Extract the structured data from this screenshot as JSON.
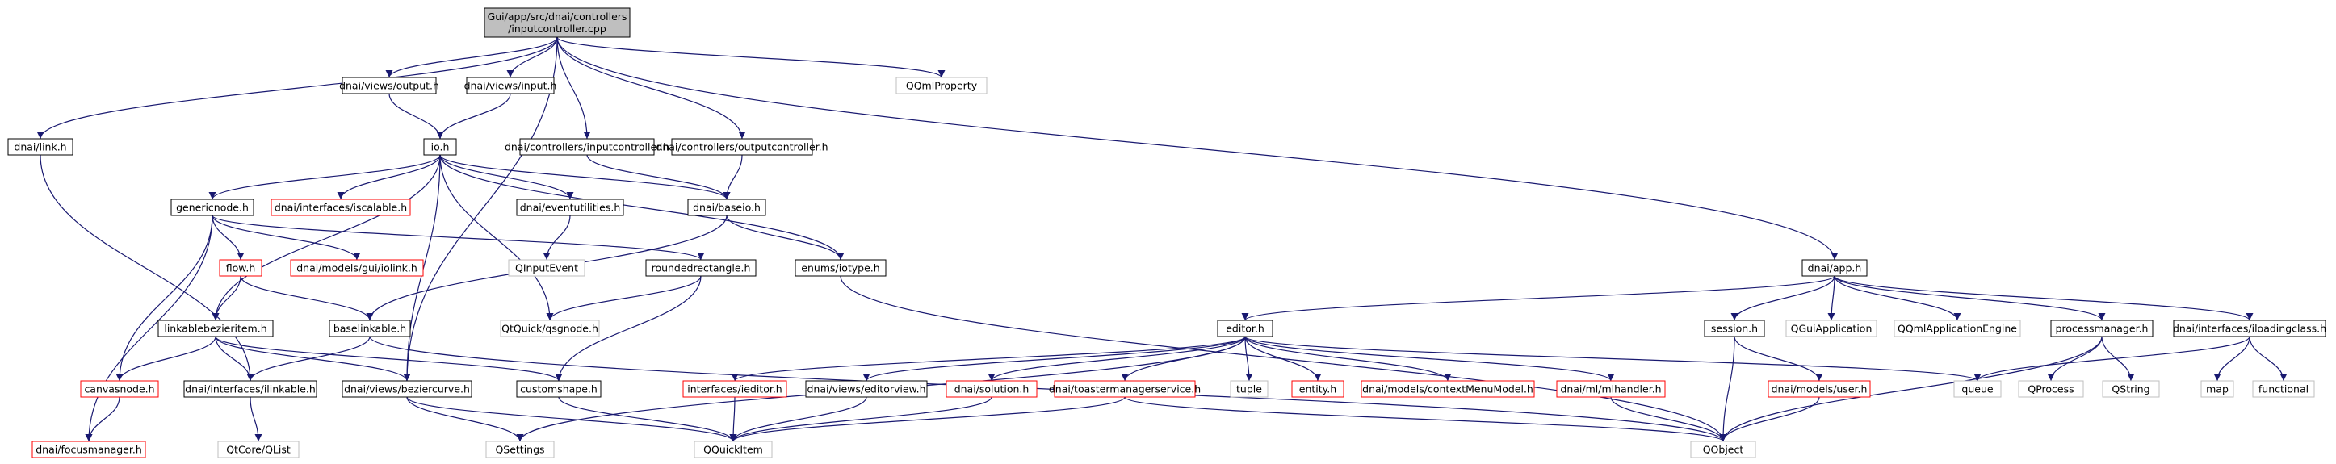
{
  "colors": {
    "edge": "#191970",
    "box_normal": "#000000",
    "box_incomplete": "#ff0000",
    "box_external": "#bfbfbf",
    "root_fill": "#bfbfbf",
    "text": "#000000"
  },
  "nodes": [
    {
      "id": "root",
      "lines": [
        "Gui/app/src/dnai/controllers",
        "/inputcontroller.cpp"
      ],
      "style": "root"
    },
    {
      "id": "link",
      "lines": [
        "dnai/link.h"
      ],
      "style": "normal"
    },
    {
      "id": "voutput",
      "lines": [
        "dnai/views/output.h"
      ],
      "style": "normal"
    },
    {
      "id": "vinput",
      "lines": [
        "dnai/views/input.h"
      ],
      "style": "normal"
    },
    {
      "id": "qqmlprop",
      "lines": [
        "QQmlProperty"
      ],
      "style": "external"
    },
    {
      "id": "ioh",
      "lines": [
        "io.h"
      ],
      "style": "normal"
    },
    {
      "id": "cinput",
      "lines": [
        "dnai/controllers/inputcontroller.h"
      ],
      "style": "normal"
    },
    {
      "id": "coutput",
      "lines": [
        "dnai/controllers/outputcontroller.h"
      ],
      "style": "normal"
    },
    {
      "id": "generic",
      "lines": [
        "genericnode.h"
      ],
      "style": "normal"
    },
    {
      "id": "iscalable",
      "lines": [
        "dnai/interfaces/iscalable.h"
      ],
      "style": "incomplete"
    },
    {
      "id": "eventutil",
      "lines": [
        "dnai/eventutilities.h"
      ],
      "style": "normal"
    },
    {
      "id": "baseio",
      "lines": [
        "dnai/baseio.h"
      ],
      "style": "normal"
    },
    {
      "id": "flow",
      "lines": [
        "flow.h"
      ],
      "style": "incomplete"
    },
    {
      "id": "iolink",
      "lines": [
        "dnai/models/gui/iolink.h"
      ],
      "style": "incomplete"
    },
    {
      "id": "qinputevent",
      "lines": [
        "QInputEvent"
      ],
      "style": "external"
    },
    {
      "id": "rounded",
      "lines": [
        "roundedrectangle.h"
      ],
      "style": "normal"
    },
    {
      "id": "iotype",
      "lines": [
        "enums/iotype.h"
      ],
      "style": "normal"
    },
    {
      "id": "app",
      "lines": [
        "dnai/app.h"
      ],
      "style": "normal"
    },
    {
      "id": "linkbez",
      "lines": [
        "linkablebezieritem.h"
      ],
      "style": "normal"
    },
    {
      "id": "baselink",
      "lines": [
        "baselinkable.h"
      ],
      "style": "normal"
    },
    {
      "id": "qsgnode",
      "lines": [
        "QtQuick/qsgnode.h"
      ],
      "style": "external"
    },
    {
      "id": "editor",
      "lines": [
        "editor.h"
      ],
      "style": "normal"
    },
    {
      "id": "session",
      "lines": [
        "session.h"
      ],
      "style": "normal"
    },
    {
      "id": "qguiapp",
      "lines": [
        "QGuiApplication"
      ],
      "style": "external"
    },
    {
      "id": "qqmlengine",
      "lines": [
        "QQmlApplicationEngine"
      ],
      "style": "external"
    },
    {
      "id": "procman",
      "lines": [
        "processmanager.h"
      ],
      "style": "normal"
    },
    {
      "id": "iloading",
      "lines": [
        "dnai/interfaces/iloadingclass.h"
      ],
      "style": "normal"
    },
    {
      "id": "canvas",
      "lines": [
        "canvasnode.h"
      ],
      "style": "incomplete"
    },
    {
      "id": "ilinkable",
      "lines": [
        "dnai/interfaces/ilinkable.h"
      ],
      "style": "normal"
    },
    {
      "id": "bezier",
      "lines": [
        "dnai/views/beziercurve.h"
      ],
      "style": "normal"
    },
    {
      "id": "custom",
      "lines": [
        "customshape.h"
      ],
      "style": "normal"
    },
    {
      "id": "ieditor",
      "lines": [
        "interfaces/ieditor.h"
      ],
      "style": "incomplete"
    },
    {
      "id": "editorview",
      "lines": [
        "dnai/views/editorview.h"
      ],
      "style": "normal"
    },
    {
      "id": "solution",
      "lines": [
        "dnai/solution.h"
      ],
      "style": "incomplete"
    },
    {
      "id": "toaster",
      "lines": [
        "dnai/toastermanagerservice.h"
      ],
      "style": "incomplete"
    },
    {
      "id": "tuple",
      "lines": [
        "tuple"
      ],
      "style": "external"
    },
    {
      "id": "entity",
      "lines": [
        "entity.h"
      ],
      "style": "incomplete"
    },
    {
      "id": "ctxmenu",
      "lines": [
        "dnai/models/contextMenuModel.h"
      ],
      "style": "incomplete"
    },
    {
      "id": "mlhandler",
      "lines": [
        "dnai/ml/mlhandler.h"
      ],
      "style": "incomplete"
    },
    {
      "id": "muser",
      "lines": [
        "dnai/models/user.h"
      ],
      "style": "incomplete"
    },
    {
      "id": "queue",
      "lines": [
        "queue"
      ],
      "style": "external"
    },
    {
      "id": "qprocess",
      "lines": [
        "QProcess"
      ],
      "style": "external"
    },
    {
      "id": "qstring",
      "lines": [
        "QString"
      ],
      "style": "external"
    },
    {
      "id": "map",
      "lines": [
        "map"
      ],
      "style": "external"
    },
    {
      "id": "functional",
      "lines": [
        "functional"
      ],
      "style": "external"
    },
    {
      "id": "focus",
      "lines": [
        "dnai/focusmanager.h"
      ],
      "style": "incomplete"
    },
    {
      "id": "qlist",
      "lines": [
        "QtCore/QList"
      ],
      "style": "external"
    },
    {
      "id": "qsettings",
      "lines": [
        "QSettings"
      ],
      "style": "external"
    },
    {
      "id": "qquickitem",
      "lines": [
        "QQuickItem"
      ],
      "style": "external"
    },
    {
      "id": "qobject",
      "lines": [
        "QObject"
      ],
      "style": "external"
    }
  ],
  "edges": [
    [
      "root",
      "link"
    ],
    [
      "root",
      "voutput"
    ],
    [
      "root",
      "vinput"
    ],
    [
      "root",
      "qqmlprop"
    ],
    [
      "root",
      "cinput"
    ],
    [
      "root",
      "coutput"
    ],
    [
      "root",
      "app"
    ],
    [
      "root",
      "bezier"
    ],
    [
      "voutput",
      "ioh"
    ],
    [
      "vinput",
      "ioh"
    ],
    [
      "link",
      "ilinkable"
    ],
    [
      "ioh",
      "generic"
    ],
    [
      "ioh",
      "iscalable"
    ],
    [
      "ioh",
      "eventutil"
    ],
    [
      "ioh",
      "baseio"
    ],
    [
      "ioh",
      "iotype"
    ],
    [
      "ioh",
      "qsgnode"
    ],
    [
      "ioh",
      "linkbez"
    ],
    [
      "ioh",
      "bezier"
    ],
    [
      "cinput",
      "baseio"
    ],
    [
      "coutput",
      "baseio"
    ],
    [
      "generic",
      "flow"
    ],
    [
      "generic",
      "iolink"
    ],
    [
      "generic",
      "rounded"
    ],
    [
      "generic",
      "canvas"
    ],
    [
      "generic",
      "focus"
    ],
    [
      "eventutil",
      "qinputevent"
    ],
    [
      "baseio",
      "iotype"
    ],
    [
      "baseio",
      "baselink"
    ],
    [
      "flow",
      "linkbez"
    ],
    [
      "flow",
      "baselink"
    ],
    [
      "rounded",
      "qsgnode"
    ],
    [
      "rounded",
      "custom"
    ],
    [
      "iotype",
      "qobject"
    ],
    [
      "app",
      "editor"
    ],
    [
      "app",
      "session"
    ],
    [
      "app",
      "qguiapp"
    ],
    [
      "app",
      "qqmlengine"
    ],
    [
      "app",
      "procman"
    ],
    [
      "app",
      "iloading"
    ],
    [
      "linkbez",
      "canvas"
    ],
    [
      "linkbez",
      "ilinkable"
    ],
    [
      "linkbez",
      "bezier"
    ],
    [
      "linkbez",
      "custom"
    ],
    [
      "baselink",
      "ilinkable"
    ],
    [
      "baselink",
      "qobject"
    ],
    [
      "editor",
      "ieditor"
    ],
    [
      "editor",
      "editorview"
    ],
    [
      "editor",
      "solution"
    ],
    [
      "editor",
      "toaster"
    ],
    [
      "editor",
      "tuple"
    ],
    [
      "editor",
      "entity"
    ],
    [
      "editor",
      "ctxmenu"
    ],
    [
      "editor",
      "mlhandler"
    ],
    [
      "editor",
      "queue"
    ],
    [
      "editor",
      "qsettings"
    ],
    [
      "session",
      "muser"
    ],
    [
      "session",
      "qobject"
    ],
    [
      "procman",
      "qprocess"
    ],
    [
      "procman",
      "qstring"
    ],
    [
      "procman",
      "qobject"
    ],
    [
      "iloading",
      "queue"
    ],
    [
      "iloading",
      "map"
    ],
    [
      "iloading",
      "functional"
    ],
    [
      "canvas",
      "focus"
    ],
    [
      "ilinkable",
      "qlist"
    ],
    [
      "bezier",
      "qsettings"
    ],
    [
      "bezier",
      "qquickitem"
    ],
    [
      "custom",
      "qquickitem"
    ],
    [
      "ieditor",
      "qquickitem"
    ],
    [
      "editorview",
      "qquickitem"
    ],
    [
      "solution",
      "qquickitem"
    ],
    [
      "toaster",
      "qquickitem"
    ],
    [
      "toaster",
      "qobject"
    ],
    [
      "mlhandler",
      "qobject"
    ],
    [
      "muser",
      "qobject"
    ]
  ]
}
